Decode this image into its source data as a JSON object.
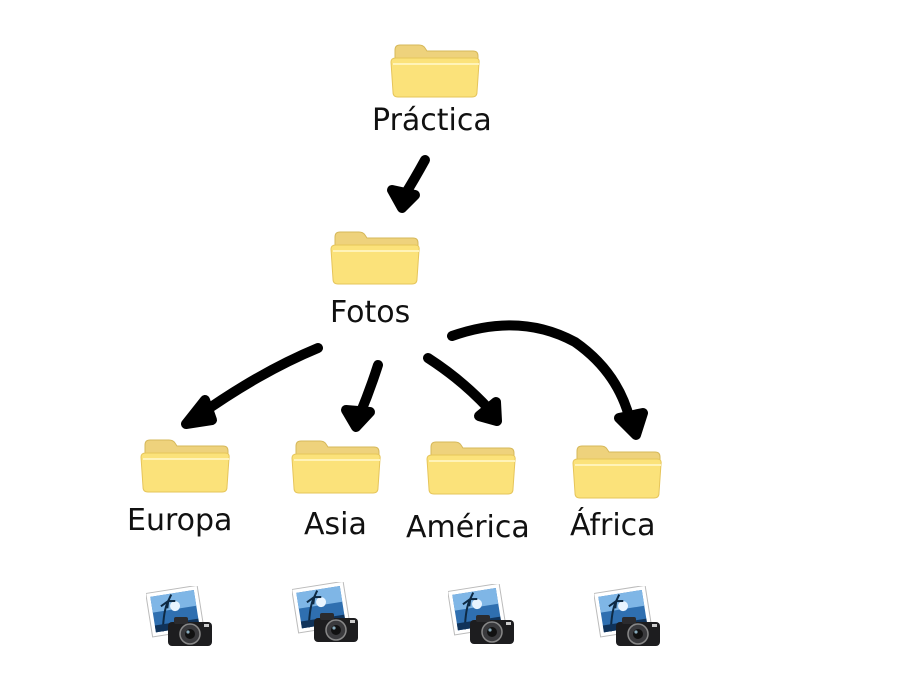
{
  "diagram": {
    "root": {
      "label": "Práctica",
      "icon": "folder-icon"
    },
    "middle": {
      "label": "Fotos",
      "icon": "folder-icon"
    },
    "leaves": [
      {
        "label": "Europa",
        "icon": "folder-icon",
        "content_icon": "photo-camera-icon"
      },
      {
        "label": "Asia",
        "icon": "folder-icon",
        "content_icon": "photo-camera-icon"
      },
      {
        "label": "América",
        "icon": "folder-icon",
        "content_icon": "photo-camera-icon"
      },
      {
        "label": "África",
        "icon": "folder-icon",
        "content_icon": "photo-camera-icon"
      }
    ]
  },
  "colors": {
    "folder_front": "#fbe27a",
    "folder_back": "#f3cf5e",
    "arrow": "#000000",
    "label": "#111111"
  }
}
